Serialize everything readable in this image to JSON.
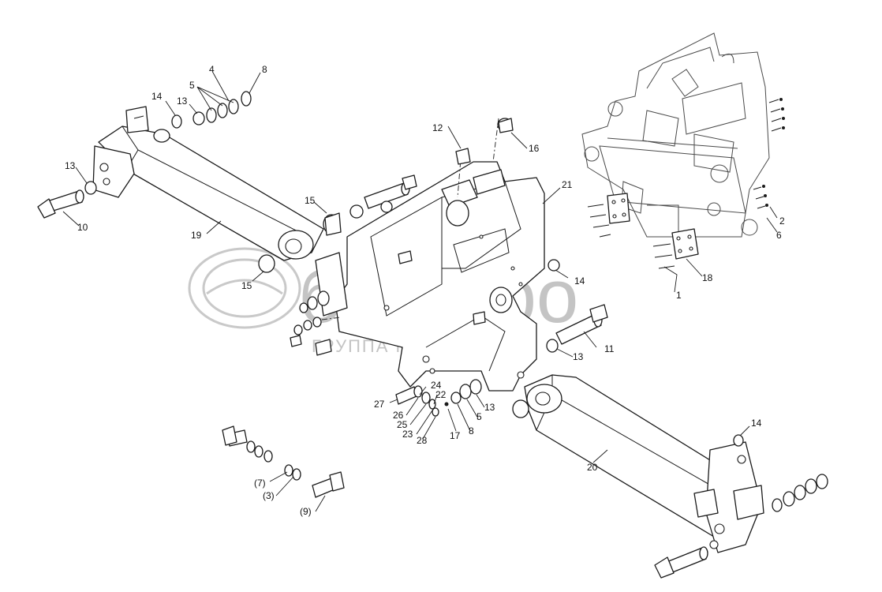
{
  "watermark": {
    "brand": "белагро",
    "subtitle": "ГРУППА КОМПАНИЙ"
  },
  "labels": {
    "l1": "1",
    "l2": "2",
    "l6": "6",
    "l18": "18",
    "l4": "4",
    "l8a": "8",
    "l5a": "5",
    "l14a": "14",
    "l13a": "13",
    "l13b": "13",
    "l10": "10",
    "l19": "19",
    "l15a": "15",
    "l15b": "15",
    "l12": "12",
    "l16": "16",
    "l21": "21",
    "l14b": "14",
    "l11": "11",
    "l13c": "13",
    "l24": "24",
    "l22": "22",
    "l27": "27",
    "l26": "26",
    "l25": "25",
    "l23": "23",
    "l28": "28",
    "l17": "17",
    "l8b": "8",
    "l5b": "5",
    "l13d": "13",
    "l14c": "14",
    "l20": "20",
    "l7": "(7)",
    "l3": "(3)",
    "l9": "(9)"
  }
}
